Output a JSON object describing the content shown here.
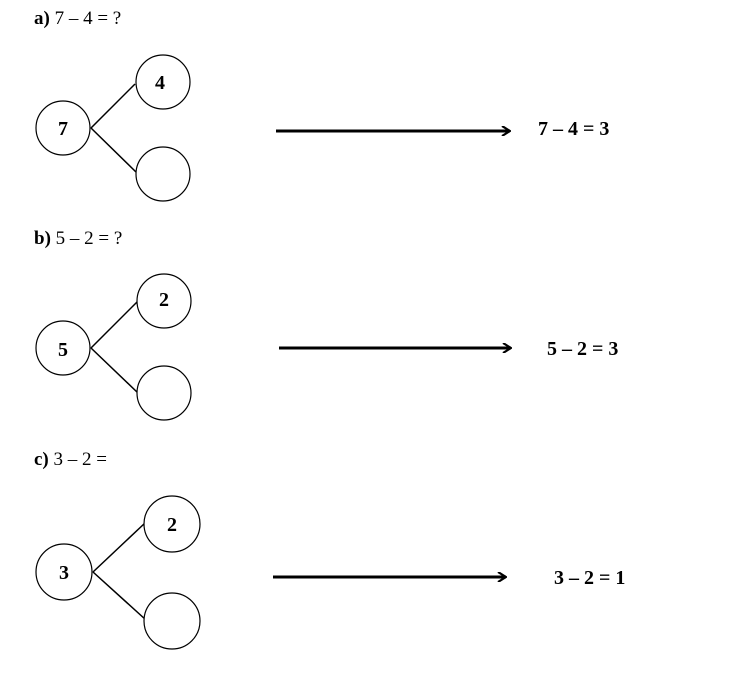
{
  "problems": [
    {
      "letter": "a)",
      "question": "7 – 4 = ?",
      "whole": "7",
      "part_known": "4",
      "part_unknown": "",
      "answer": "7 – 4 = 3"
    },
    {
      "letter": "b)",
      "question": "5 – 2 = ?",
      "whole": "5",
      "part_known": "2",
      "part_unknown": "",
      "answer": "5 – 2 = 3"
    },
    {
      "letter": "c)",
      "question": "3 – 2 = ",
      "whole": "3",
      "part_known": "2",
      "part_unknown": "",
      "answer": "3 – 2 = 1"
    }
  ]
}
